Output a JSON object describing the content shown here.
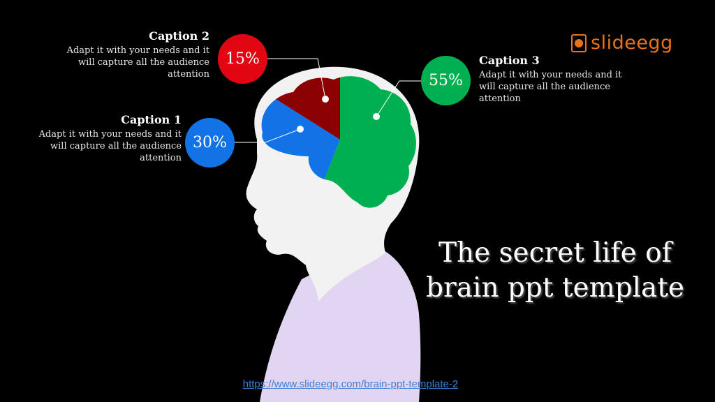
{
  "logo": {
    "name": "slideegg",
    "accent": "#e8731a"
  },
  "title": {
    "line1": "The secret life of",
    "line2": "brain ppt template"
  },
  "link": "https://www.slideegg.com/brain-ppt-template-2",
  "captions": [
    {
      "title": "Caption 1",
      "text": "Adapt it with your needs and it will capture all the audience attention",
      "value": "30%",
      "color": "#1173e6"
    },
    {
      "title": "Caption 2",
      "text": "Adapt it with your needs and it will capture all the audience attention",
      "value": "15%",
      "color": "#e10612"
    },
    {
      "title": "Caption 3",
      "text": "Adapt it with your needs and it will capture all the audience attention",
      "value": "55%",
      "color": "#00b050"
    }
  ],
  "brain_segments": [
    {
      "share": 30,
      "color": "#1173e6"
    },
    {
      "share": 15,
      "color": "#8b0000"
    },
    {
      "share": 55,
      "color": "#00b050"
    }
  ],
  "colors": {
    "background": "#000000",
    "head": "#f2f2f2",
    "shirt": "#e2d5f1"
  }
}
